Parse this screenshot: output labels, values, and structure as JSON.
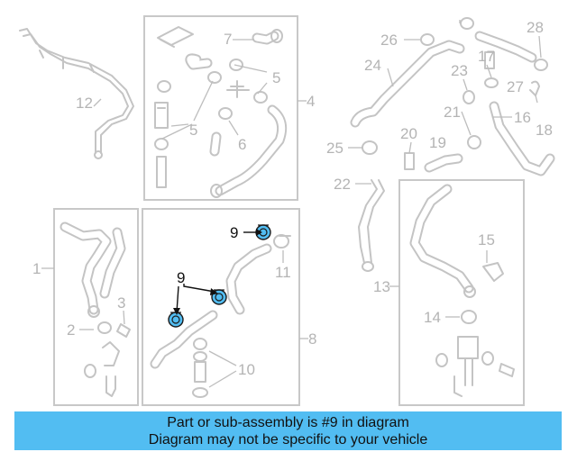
{
  "callouts": {
    "c1": "1",
    "c2": "2",
    "c3": "3",
    "c4": "4",
    "c5a": "5",
    "c5b": "5",
    "c6": "6",
    "c7": "7",
    "c8": "8",
    "c9a": "9",
    "c9b": "9",
    "c10": "10",
    "c11": "11",
    "c12": "12",
    "c13": "13",
    "c14": "14",
    "c15": "15",
    "c16": "16",
    "c17": "17",
    "c18": "18",
    "c19": "19",
    "c20": "20",
    "c21": "21",
    "c22": "22",
    "c23": "23",
    "c24": "24",
    "c25": "25",
    "c26": "26",
    "c27": "27",
    "c28": "28"
  },
  "highlight": {
    "part_number": "9",
    "color": "#52bdf2"
  },
  "banner": {
    "line1": "Part or sub-assembly is #9 in diagram",
    "line2": "Diagram may not be specific to your vehicle",
    "color": "#52bdf2"
  }
}
